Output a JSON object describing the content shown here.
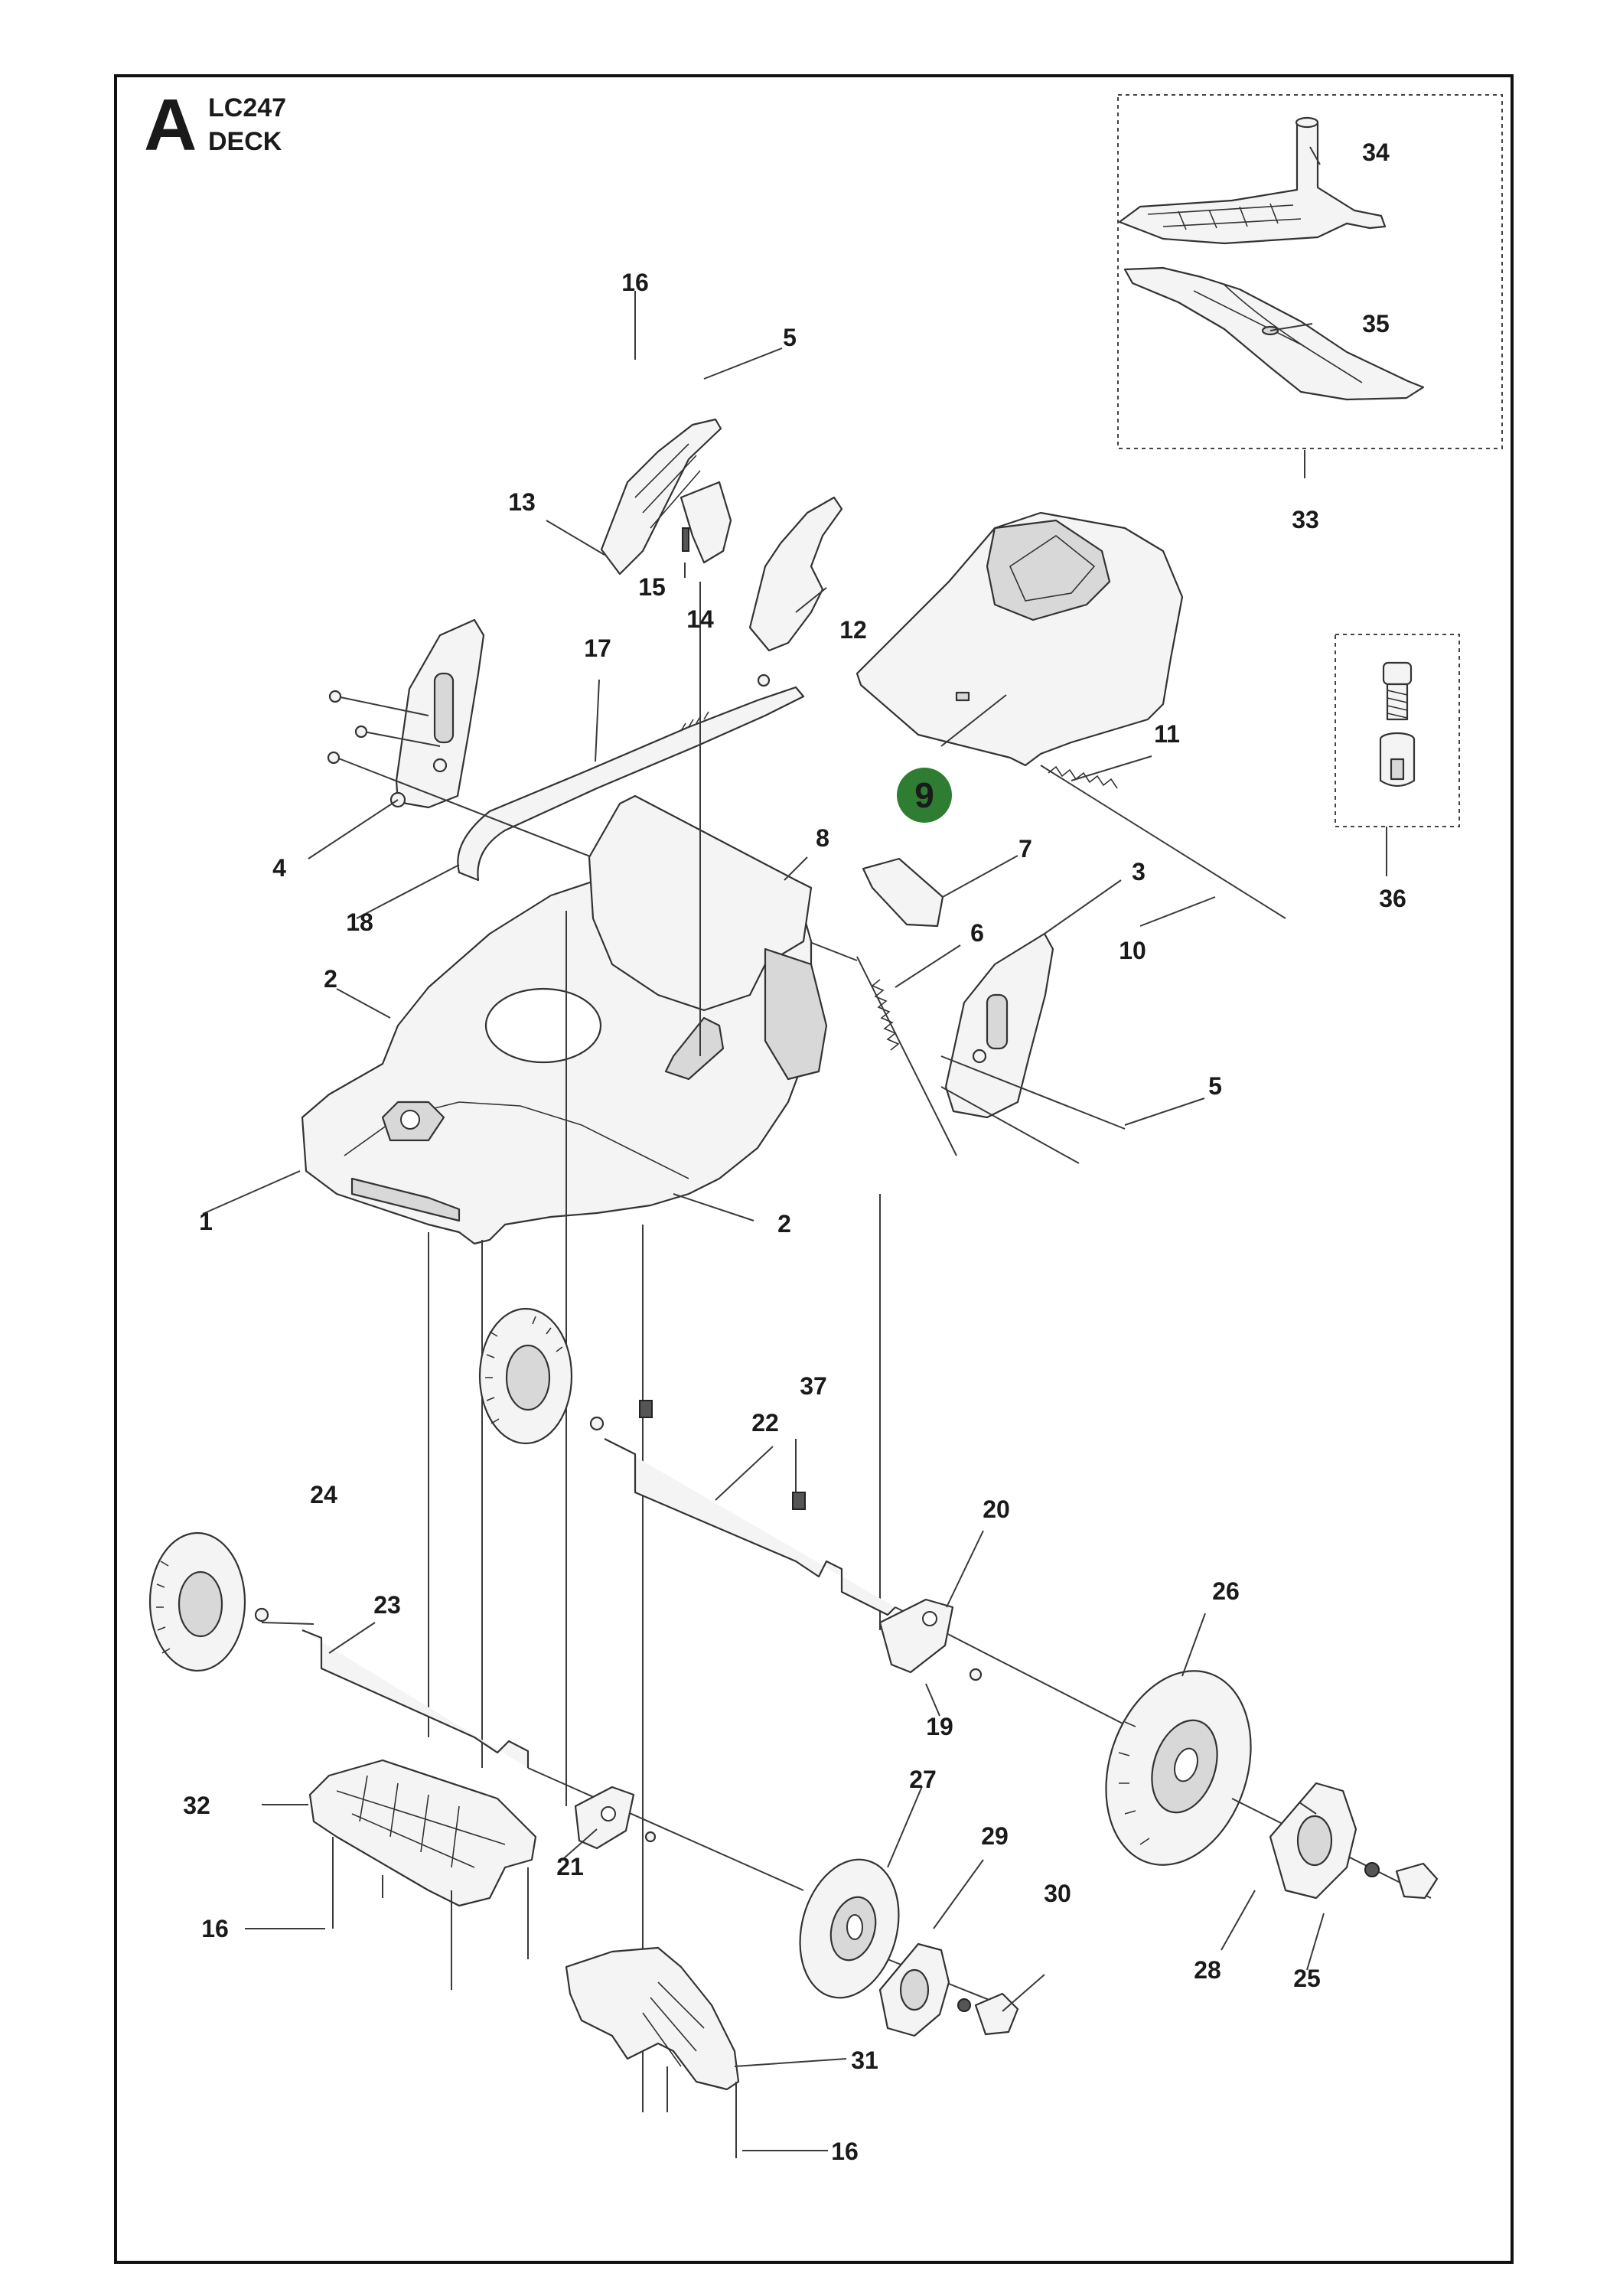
{
  "header": {
    "letter": "A",
    "model": "LC247",
    "section": "DECK"
  },
  "highlight": {
    "label": "9",
    "color": "#2e7d32"
  },
  "callouts": [
    {
      "id": "c1",
      "text": "1"
    },
    {
      "id": "c2a",
      "text": "2"
    },
    {
      "id": "c2b",
      "text": "2"
    },
    {
      "id": "c3",
      "text": "3"
    },
    {
      "id": "c4",
      "text": "4"
    },
    {
      "id": "c5a",
      "text": "5"
    },
    {
      "id": "c5b",
      "text": "5"
    },
    {
      "id": "c6",
      "text": "6"
    },
    {
      "id": "c7",
      "text": "7"
    },
    {
      "id": "c8",
      "text": "8"
    },
    {
      "id": "c10",
      "text": "10"
    },
    {
      "id": "c11",
      "text": "11"
    },
    {
      "id": "c12",
      "text": "12"
    },
    {
      "id": "c13",
      "text": "13"
    },
    {
      "id": "c14",
      "text": "14"
    },
    {
      "id": "c15",
      "text": "15"
    },
    {
      "id": "c16a",
      "text": "16"
    },
    {
      "id": "c16b",
      "text": "16"
    },
    {
      "id": "c16c",
      "text": "16"
    },
    {
      "id": "c17",
      "text": "17"
    },
    {
      "id": "c18",
      "text": "18"
    },
    {
      "id": "c19",
      "text": "19"
    },
    {
      "id": "c20",
      "text": "20"
    },
    {
      "id": "c21",
      "text": "21"
    },
    {
      "id": "c22",
      "text": "22"
    },
    {
      "id": "c23",
      "text": "23"
    },
    {
      "id": "c24",
      "text": "24"
    },
    {
      "id": "c25",
      "text": "25"
    },
    {
      "id": "c26",
      "text": "26"
    },
    {
      "id": "c27",
      "text": "27"
    },
    {
      "id": "c28",
      "text": "28"
    },
    {
      "id": "c29",
      "text": "29"
    },
    {
      "id": "c30",
      "text": "30"
    },
    {
      "id": "c31",
      "text": "31"
    },
    {
      "id": "c32",
      "text": "32"
    },
    {
      "id": "c33",
      "text": "33"
    },
    {
      "id": "c34",
      "text": "34"
    },
    {
      "id": "c35",
      "text": "35"
    },
    {
      "id": "c36",
      "text": "36"
    },
    {
      "id": "c37",
      "text": "37"
    }
  ]
}
